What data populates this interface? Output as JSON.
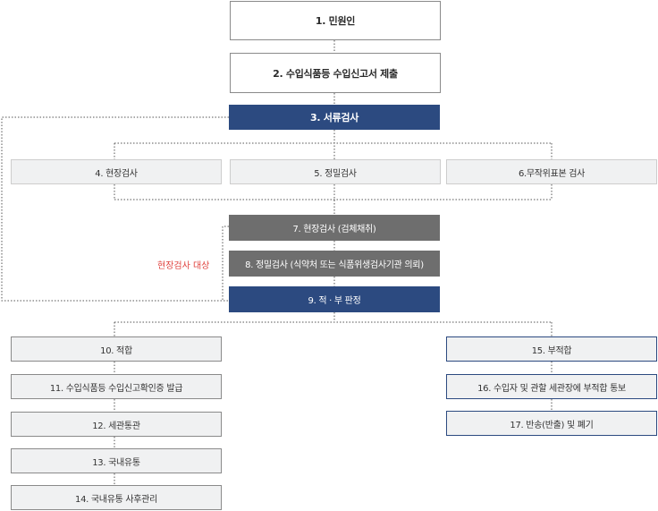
{
  "steps": {
    "s1": "1. 민원인",
    "s2": "2. 수입식품등 수입신고서 제출",
    "s3": "3. 서류검사",
    "s4": "4. 현장검사",
    "s5": "5. 정밀검사",
    "s6": "6.무작위표본 검사",
    "s7": "7. 현장검사 (검체채취)",
    "s8": "8. 정밀검사 (식약처 또는 식품위생검사기관 의뢰)",
    "s9": "9. 적 · 부 판정",
    "s10": "10. 적합",
    "s11": "11. 수입식품등 수입신고확인증 발급",
    "s12": "12. 세관통관",
    "s13": "13. 국내유통",
    "s14": "14. 국내유통 사후관리",
    "s15": "15. 부적합",
    "s16": "16. 수입자 및 관할 세관장에 부적합 통보",
    "s17": "17. 반송(반출) 및 폐기"
  },
  "note": "현장검사 대상",
  "colors": {
    "navy": "#2c4a80",
    "grey": "#6e6e6e",
    "light": "#f0f1f2",
    "note": "#e0433f"
  }
}
